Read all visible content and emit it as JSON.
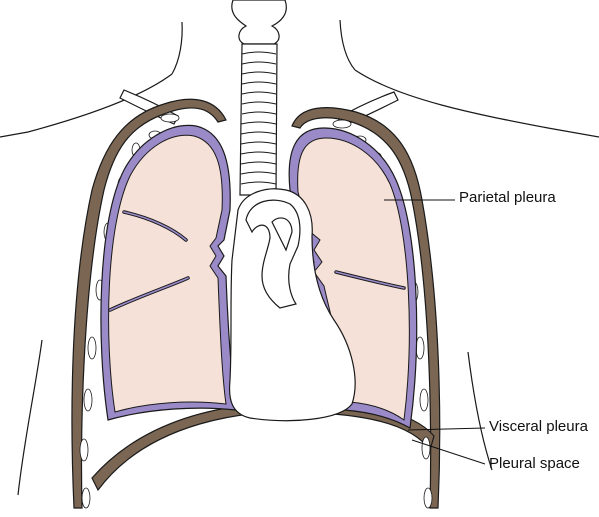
{
  "labels": {
    "parietal": "Parietal pleura",
    "visceral": "Visceral pleura",
    "space": "Pleural space"
  },
  "colors": {
    "background": "#ffffff",
    "outline": "#1a1a1a",
    "chest_wall": "#7a6652",
    "pleura": "#9a8ac8",
    "lung": "#f5e1d7",
    "rib_marks": "#ffffff",
    "leader_line": "#111111"
  }
}
